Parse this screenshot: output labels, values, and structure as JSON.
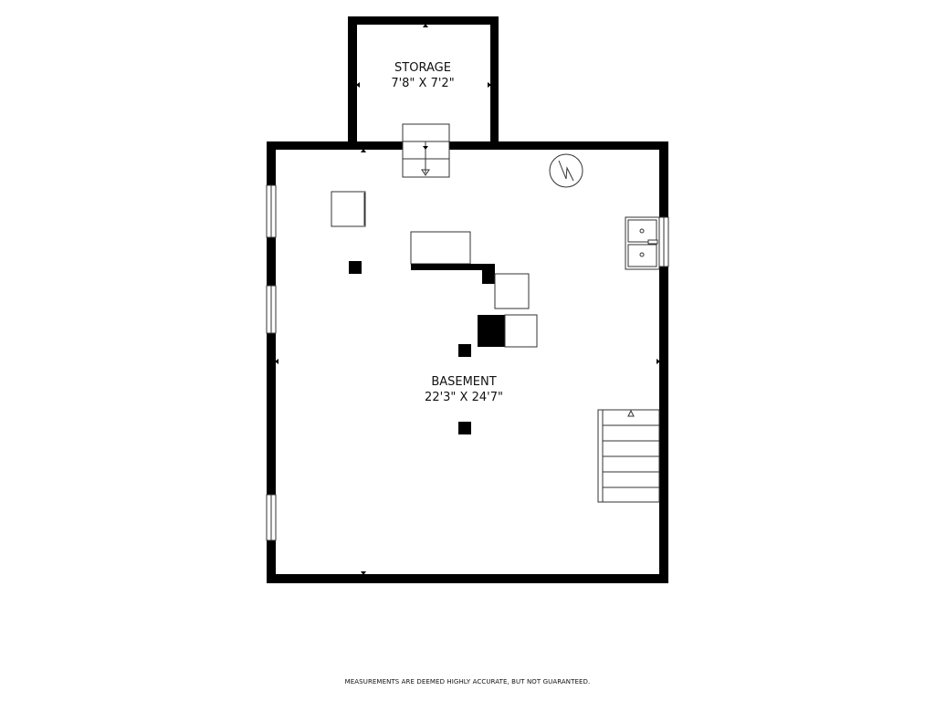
{
  "rooms": {
    "storage": {
      "name": "STORAGE",
      "dimensions": "7'8\" X 7'2\""
    },
    "basement": {
      "name": "BASEMENT",
      "dimensions": "22'3\" X 24'7\""
    }
  },
  "disclaimer": "MEASUREMENTS ARE DEEMED HIGHLY ACCURATE, BUT NOT GUARANTEED.",
  "colors": {
    "wall": "#000000",
    "background": "#ffffff",
    "fixture_line": "#333333"
  },
  "icons": [
    "water-heater-icon",
    "laundry-sink-icon",
    "stairs-icon",
    "window-icon",
    "dimension-arrow-icon"
  ]
}
